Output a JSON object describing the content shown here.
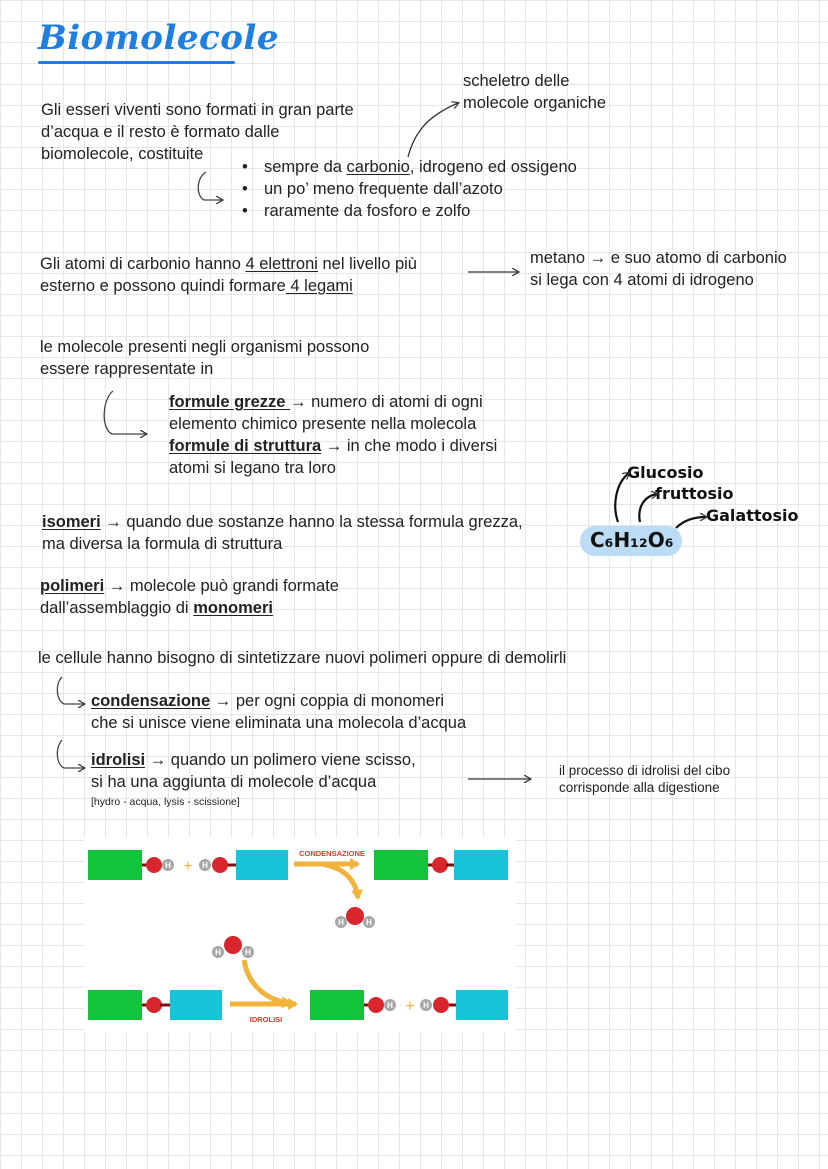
{
  "title": "Biomolecole",
  "intro": {
    "lines": [
      "Gli esseri viventi sono formati in gran parte",
      "d’acqua e il resto è formato dalle",
      "biomolecole, costituite"
    ],
    "bullets": [
      {
        "pre": "sempre da ",
        "underlined": "carbonio",
        "post": ", idrogeno ed ossigeno"
      },
      {
        "text": "un po’ meno frequente dall’azoto"
      },
      {
        "text": "raramente da fosforo e zolfo"
      }
    ],
    "note": [
      "scheletro delle",
      "molecole organiche"
    ]
  },
  "carbon": {
    "line1_pre": "Gli atomi di carbonio hanno ",
    "line1_u": "4 elettroni",
    "line1_post": " nel livello più",
    "line2_pre": "esterno e possono quindi formare",
    "line2_u": " 4 legami",
    "note": [
      "metano → e suo atomo di carbonio",
      "si lega con 4 atomi di idrogeno"
    ]
  },
  "formulas": {
    "intro": [
      "le molecole presenti negli organismi possono",
      "essere rappresentate in"
    ],
    "item1_term": "formule grezze ",
    "item1_rest": "→ numero di atomi di ogni",
    "item1_line2": "elemento chimico presente nella molecola",
    "item2_term": "formule di struttura",
    "item2_rest": " → in che modo i diversi",
    "item2_line2": "atomi si legano tra loro"
  },
  "isomers": {
    "term": "isomeri",
    "rest": " → quando due sostanze hanno la stessa formula grezza,",
    "line2": "ma diversa la formula di struttura",
    "formula": "C₆H₁₂O₆",
    "sugars": [
      "Glucosio",
      "fruttosio",
      "Galattosio"
    ]
  },
  "polymers": {
    "term": "polimeri",
    "rest": " → molecole può grandi formate",
    "line2_pre": "dall’assemblaggio di ",
    "line2_term": "monomeri"
  },
  "processes": {
    "intro": "le cellule hanno bisogno di sintetizzare nuovi polimeri oppure di demolirli",
    "cond_term": "condensazione",
    "cond_rest": " → per ogni coppia di monomeri",
    "cond_line2": "che si unisce viene eliminata una molecola d’acqua",
    "idro_term": "idrolisi",
    "idro_rest": " → quando un polimero viene scisso,",
    "idro_line2": "si ha una aggiunta di molecole d’acqua",
    "idro_note": "[hydro - acqua, lysis - scissione]",
    "digestion": [
      "il processo di idrolisi del cibo",
      "corrisponde alla digestione"
    ]
  },
  "diagram": {
    "label_condensation": "CONDENSAZIONE",
    "label_hydrolysis": "IDROLISI",
    "atom_h": "H",
    "plus": "+",
    "colors": {
      "green": "#12c43a",
      "cyan": "#17c3d9",
      "oxygen": "#d9262c",
      "hydrogen": "#a7a7a7",
      "arrow": "#f2b33d",
      "label": "#e23a2a"
    }
  },
  "colors": {
    "title": "#1f7fe0",
    "pill": "#bcdcf6",
    "grid": "#e4e6ea"
  }
}
